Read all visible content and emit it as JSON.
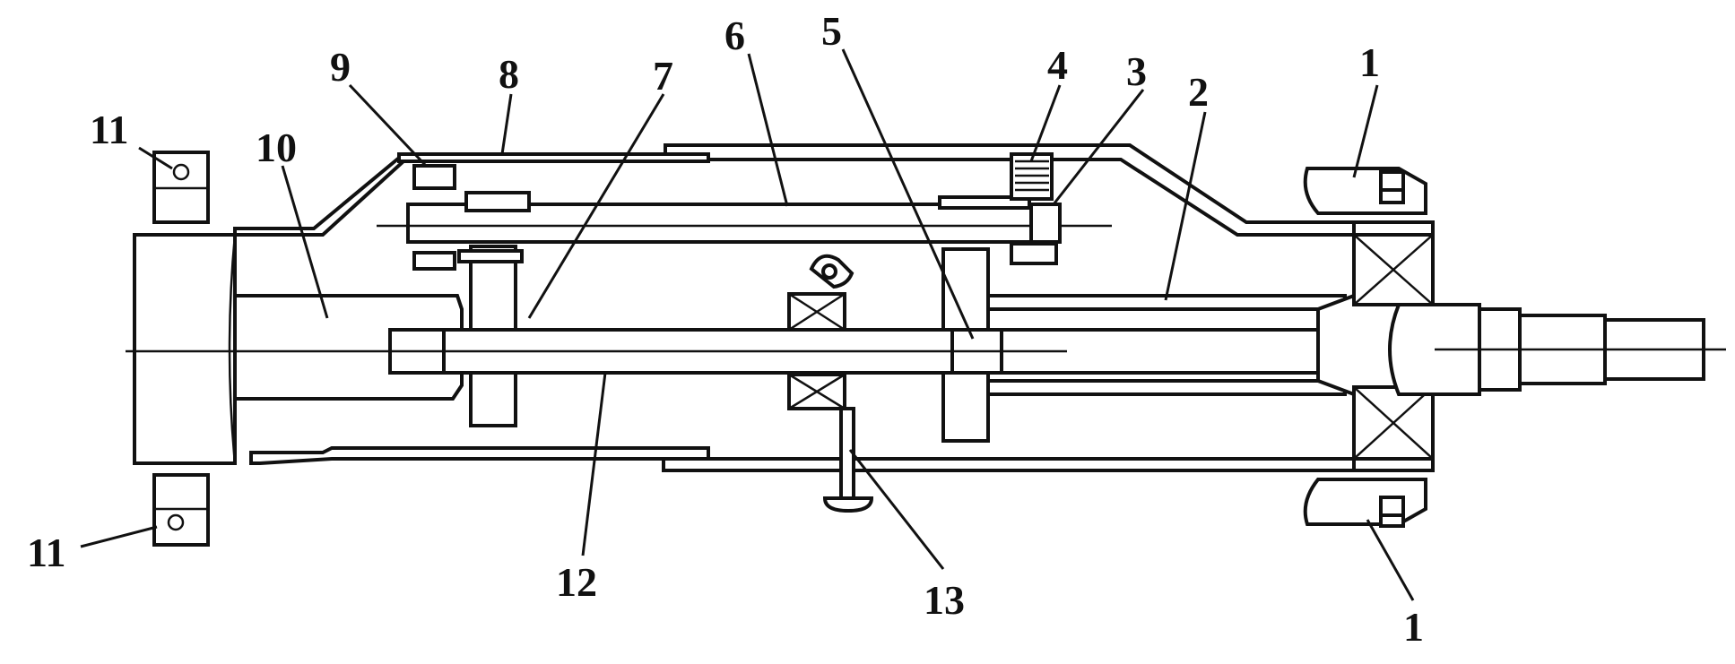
{
  "labels": {
    "l1_top": "1",
    "l1_bottom": "1",
    "l2": "2",
    "l3": "3",
    "l4": "4",
    "l5": "5",
    "l6": "6",
    "l7": "7",
    "l8": "8",
    "l9": "9",
    "l10": "10",
    "l11_top": "11",
    "l11_bottom": "11",
    "l12": "12",
    "l13": "13"
  }
}
